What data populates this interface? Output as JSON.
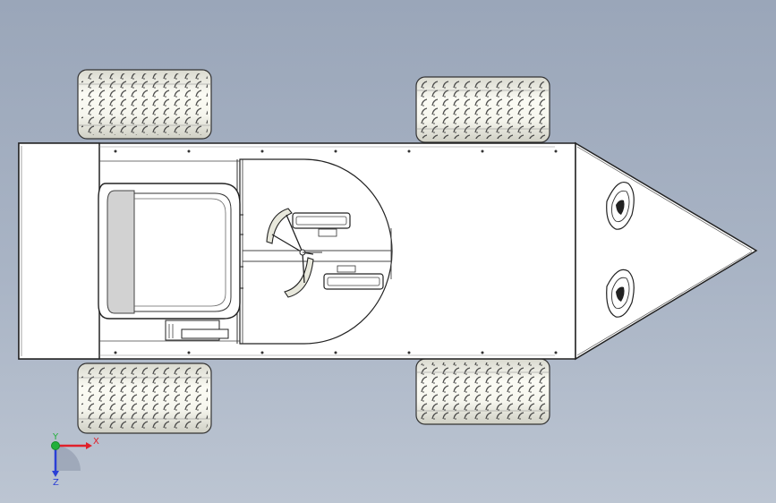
{
  "triad": {
    "x_label": "X",
    "y_label": "Y",
    "z_label": "Z",
    "x_color": "#e0202a",
    "y_color": "#21b03a",
    "z_color": "#2a3fd6"
  },
  "colors": {
    "background_top": "#9aa6b9",
    "background_bottom": "#bcc5d2",
    "body_fill": "#ffffff",
    "outline": "#222222",
    "tire_fill": "#f4f4ec",
    "seat_shadow": "#d2d2d2"
  }
}
